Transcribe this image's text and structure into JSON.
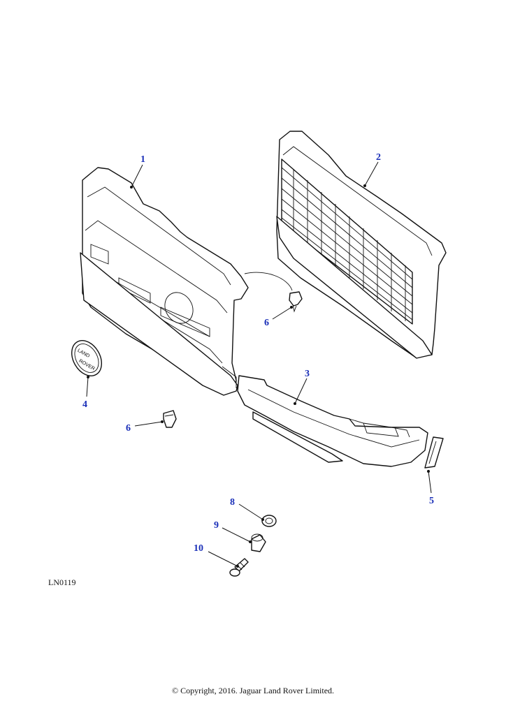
{
  "diagram": {
    "reference_code": "LN0119",
    "copyright": "© Copyright, 2016. Jaguar Land Rover Limited.",
    "badge_text_line1": "LAND",
    "badge_text_line2": "ROVER",
    "callouts": [
      {
        "id": "c1",
        "label": "1"
      },
      {
        "id": "c2",
        "label": "2"
      },
      {
        "id": "c3",
        "label": "3"
      },
      {
        "id": "c4",
        "label": "4"
      },
      {
        "id": "c5",
        "label": "5"
      },
      {
        "id": "c6a",
        "label": "6"
      },
      {
        "id": "c6b",
        "label": "6"
      },
      {
        "id": "c8",
        "label": "8"
      },
      {
        "id": "c9",
        "label": "9"
      },
      {
        "id": "c10",
        "label": "10"
      }
    ]
  }
}
